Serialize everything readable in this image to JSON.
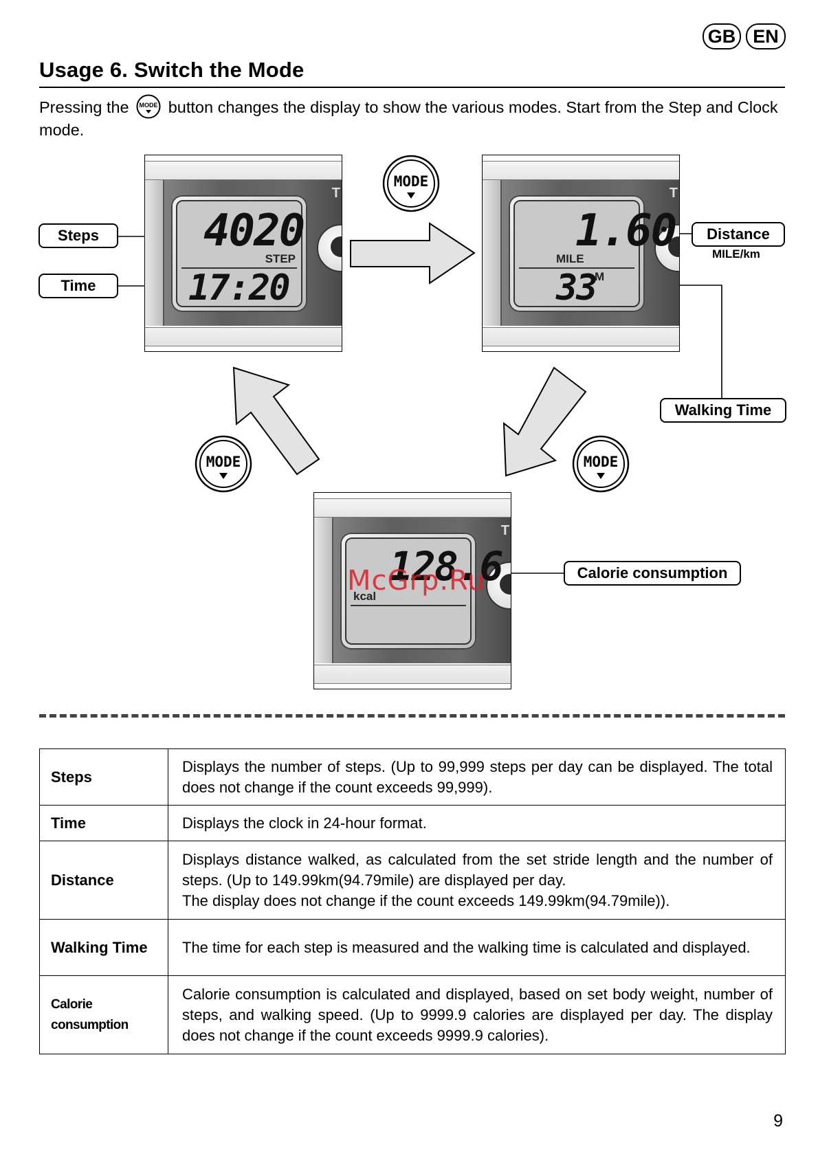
{
  "header": {
    "lang_badges": [
      "GB",
      "EN"
    ]
  },
  "title": "Usage 6. Switch the Mode",
  "intro": {
    "before_button": "Pressing the",
    "button_name": "mode-button-icon",
    "after_button": "button changes the display to show the various modes.  Start from the Step and Clock mode."
  },
  "mode_button_label": "MODE",
  "devices": {
    "step_clock": {
      "top_value": "4020",
      "top_unit": "STEP",
      "bottom_value": "17:20"
    },
    "distance": {
      "top_value": "1.60",
      "top_unit": "MILE",
      "bottom_value": "33",
      "bottom_unit": "M"
    },
    "calorie": {
      "top_value": "128.6",
      "top_unit": "kcal"
    }
  },
  "callouts": {
    "steps": "Steps",
    "time": "Time",
    "distance": "Distance",
    "distance_sub": "MILE/km",
    "walking_time": "Walking Time",
    "calorie": "Calorie consumption"
  },
  "table": [
    {
      "term": "Steps",
      "desc": "Displays the number of steps. (Up to 99,999 steps per day can be displayed. The total does not change if the count exceeds 99,999)."
    },
    {
      "term": "Time",
      "desc": "Displays the clock in 24-hour format."
    },
    {
      "term": "Distance",
      "desc": "Displays distance walked, as calculated from the set stride length and the number of steps. (Up to 149.99km(94.79mile) are displayed per day.",
      "desc2": "The display does not change if the count exceeds 149.99km(94.79mile))."
    },
    {
      "term": "Walking Time",
      "desc": "The time for each step is measured and the walking time is calculated and displayed."
    },
    {
      "term": "Calorie consumption",
      "desc": "Calorie consumption is calculated and displayed, based on set body weight, number of steps, and walking speed. (Up to 9999.9 calories are displayed per day. The display does not change if the count exceeds 9999.9 calories)."
    }
  ],
  "watermark": "McGrp.Ru",
  "page_number": "9"
}
